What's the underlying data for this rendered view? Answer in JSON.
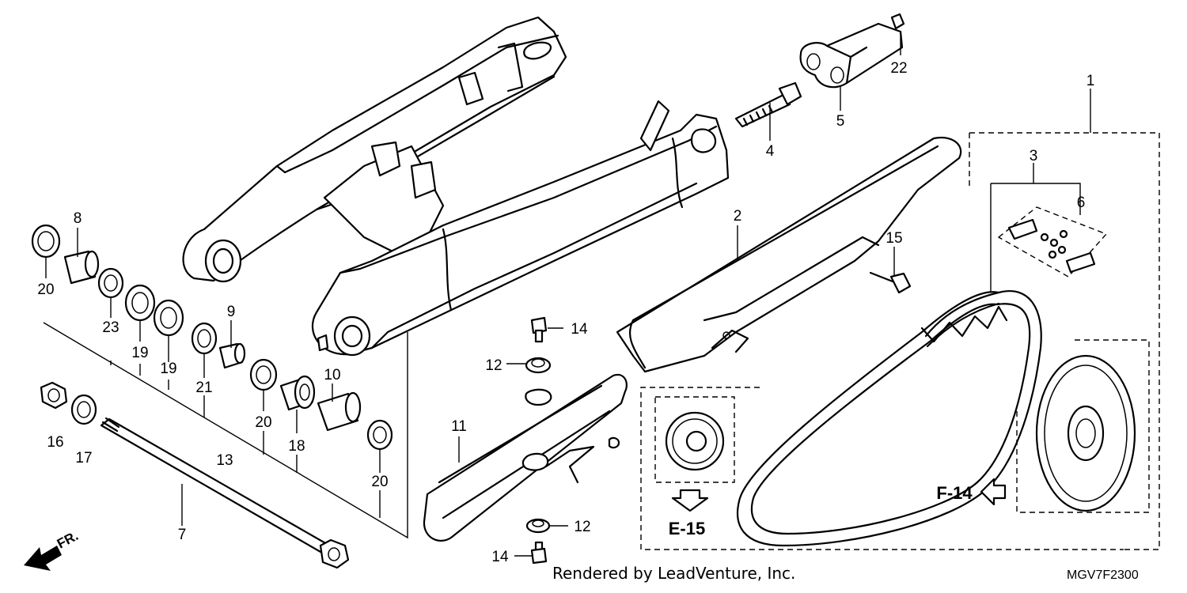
{
  "callouts": {
    "c1": "1",
    "c2": "2",
    "c3": "3",
    "c4": "4",
    "c5": "5",
    "c6": "6",
    "c7": "7",
    "c8": "8",
    "c9": "9",
    "c10": "10",
    "c11": "11",
    "c12a": "12",
    "c12b": "12",
    "c13": "13",
    "c14a": "14",
    "c14b": "14",
    "c15": "15",
    "c16": "16",
    "c17": "17",
    "c18": "18",
    "c19a": "19",
    "c19b": "19",
    "c20a": "20",
    "c20b": "20",
    "c20c": "20",
    "c21": "21",
    "c22": "22",
    "c23": "23"
  },
  "references": {
    "e15": "E-15",
    "f14": "F-14",
    "front": "FR."
  },
  "footer": {
    "credit": "Rendered by LeadVenture, Inc.",
    "diagram_code": "MGV7F2300"
  }
}
